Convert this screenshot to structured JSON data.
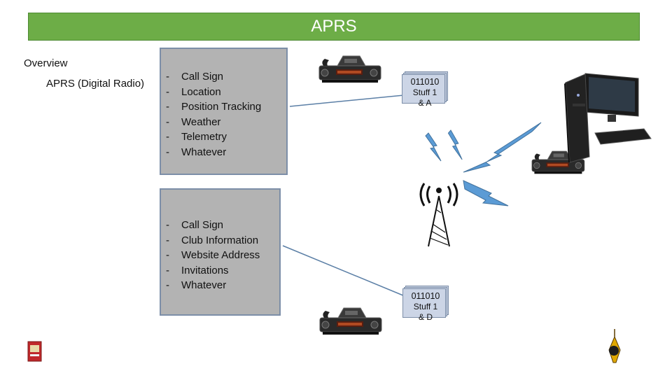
{
  "header": {
    "title": "APRS"
  },
  "left": {
    "overview": "Overview",
    "subheading": "APRS (Digital Radio)"
  },
  "box1": {
    "items": [
      "Call Sign",
      "Location",
      "Position Tracking",
      "Weather",
      "Telemetry",
      "Whatever"
    ]
  },
  "box2": {
    "items": [
      "Call Sign",
      "Club Information",
      "Website Address",
      "Invitations",
      "Whatever"
    ]
  },
  "bullet": "-",
  "packet1": {
    "line1": "011010",
    "line2": "Stuff 1",
    "line3": "& A"
  },
  "packet2": {
    "line1": "011010",
    "line2": "Stuff 1",
    "line3": "& D"
  },
  "colors": {
    "title_bar": "#6dad47",
    "box_fill": "#b3b3b3",
    "box_border": "#7c8ea8",
    "lightning": "#5b9bd5",
    "packet_fill": "#ccd5e6"
  },
  "icons": [
    "radio-transceiver-icon",
    "computer-icon",
    "radio-tower-icon",
    "lightning-bolt-icon",
    "book-cover-icon",
    "arrl-logo-icon"
  ]
}
